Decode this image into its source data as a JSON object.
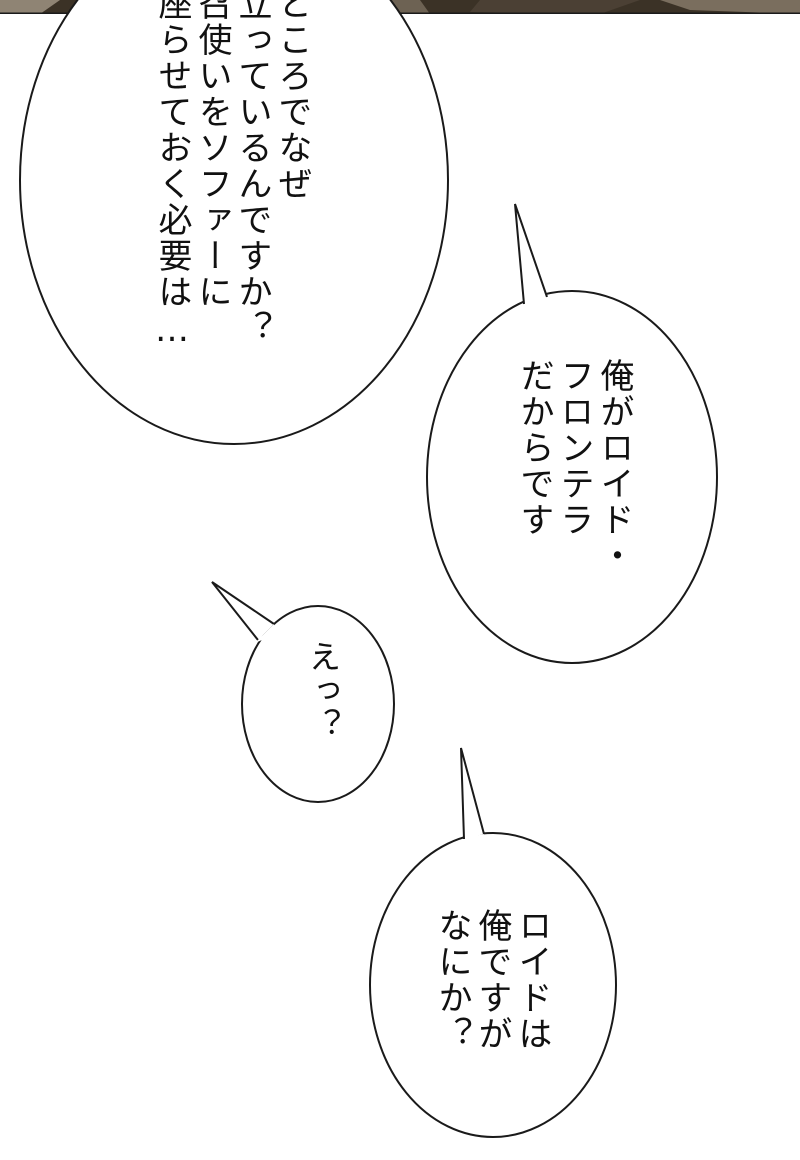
{
  "colors": {
    "background": "#ffffff",
    "bubble_fill": "#ffffff",
    "bubble_stroke": "#1a1a1a",
    "text": "#111111",
    "panel_strip_dark": "#3b3226",
    "panel_strip_light": "#8f8474"
  },
  "bubbles": [
    {
      "text": "ところでなぜ\n立っているんですか？\n召使いをソファーに\n座らせておく必要は…"
    },
    {
      "text": "俺がロイド・\nフロンテラ\nだからです"
    },
    {
      "text": "えっ？"
    },
    {
      "text": "ロイドは\n俺ですが\nなにか？"
    }
  ]
}
